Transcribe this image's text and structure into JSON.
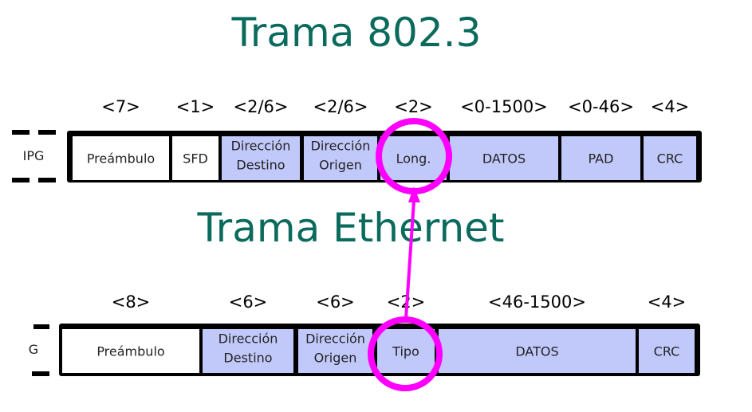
{
  "titles": {
    "top": "Trama 802.3",
    "bottom": "Trama Ethernet"
  },
  "colors": {
    "title": "#0a6b5d",
    "field_fill": "#c1c9fb",
    "highlight": "#ff00ff"
  },
  "frame_8023": {
    "gap_label": "IPG",
    "fields": [
      {
        "size": "<7>",
        "lines": [
          "Preámbulo"
        ],
        "style": "white"
      },
      {
        "size": "<1>",
        "lines": [
          "SFD"
        ],
        "style": "white"
      },
      {
        "size": "<2/6>",
        "lines": [
          "Dirección",
          "Destino"
        ],
        "style": "blue"
      },
      {
        "size": "<2/6>",
        "lines": [
          "Dirección",
          "Origen"
        ],
        "style": "blue"
      },
      {
        "size": "<2>",
        "lines": [
          "Long."
        ],
        "style": "blue"
      },
      {
        "size": "<0-1500>",
        "lines": [
          "DATOS"
        ],
        "style": "blue"
      },
      {
        "size": "<0-46>",
        "lines": [
          "PAD"
        ],
        "style": "blue"
      },
      {
        "size": "<4>",
        "lines": [
          "CRC"
        ],
        "style": "blue"
      }
    ]
  },
  "frame_ethernet": {
    "gap_label": "G",
    "fields": [
      {
        "size": "<8>",
        "lines": [
          "Preámbulo"
        ],
        "style": "white"
      },
      {
        "size": "<6>",
        "lines": [
          "Dirección",
          "Destino"
        ],
        "style": "blue"
      },
      {
        "size": "<6>",
        "lines": [
          "Dirección",
          "Origen"
        ],
        "style": "blue"
      },
      {
        "size": "<2>",
        "lines": [
          "Tipo"
        ],
        "style": "blue"
      },
      {
        "size": "<46-1500>",
        "lines": [
          "DATOS"
        ],
        "style": "blue"
      },
      {
        "size": "<4>",
        "lines": [
          "CRC"
        ],
        "style": "blue"
      }
    ]
  }
}
